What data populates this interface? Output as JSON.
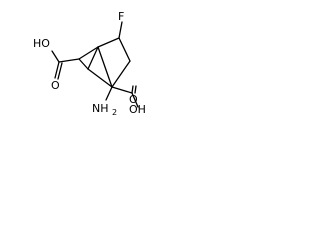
{
  "molecule": {
    "atom_labels": {
      "fluorine": "F",
      "left_carboxyl": "HO",
      "left_carboxyl_oxygen": "O",
      "amine": "NH",
      "amine_subscript": "2",
      "right_carboxyl_oxygen": "O",
      "right_carboxyl": "OH"
    }
  }
}
